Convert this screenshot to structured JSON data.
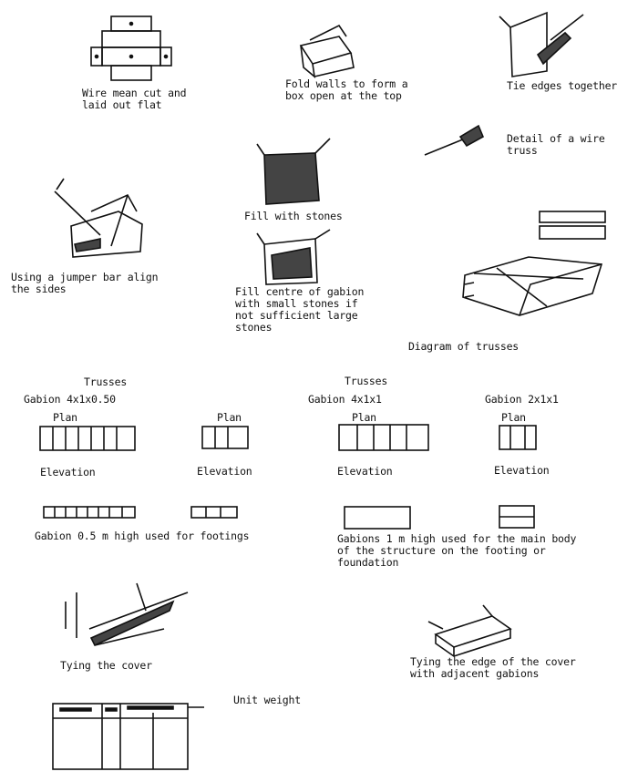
{
  "captions": {
    "cut_flat": "Wire mean cut and\nlaid out flat",
    "fold_walls": "Fold walls to form a\nbox open at the top",
    "tie_edges": "Tie edges together",
    "wire_truss": "Detail of a wire\ntruss",
    "fill_stones": "Fill with stones",
    "jumper_bar": "Using a jumper bar align\nthe sides",
    "fill_centre": "Fill centre of gabion\nwith small stones if\nnot sufficient large\nstones",
    "diagram_trusses": "Diagram of trusses",
    "tying_cover": "Tying the cover",
    "tying_edge": "Tying the edge of the cover\nwith adjacent gabions",
    "unit_weight": "Unit weight"
  },
  "trusses": {
    "left_heading": "Trusses",
    "right_heading": "Trusses",
    "gabion_a": "Gabion 4x1x0.50",
    "gabion_b": "Gabion 4x1x1",
    "gabion_c": "Gabion 2x1x1",
    "plan": "Plan",
    "elevation": "Elevation",
    "footing_note": "Gabion 0.5 m high used for footings",
    "body_note": "Gabions 1 m high used for the main body\nof the structure on the footing or\nfoundation"
  }
}
